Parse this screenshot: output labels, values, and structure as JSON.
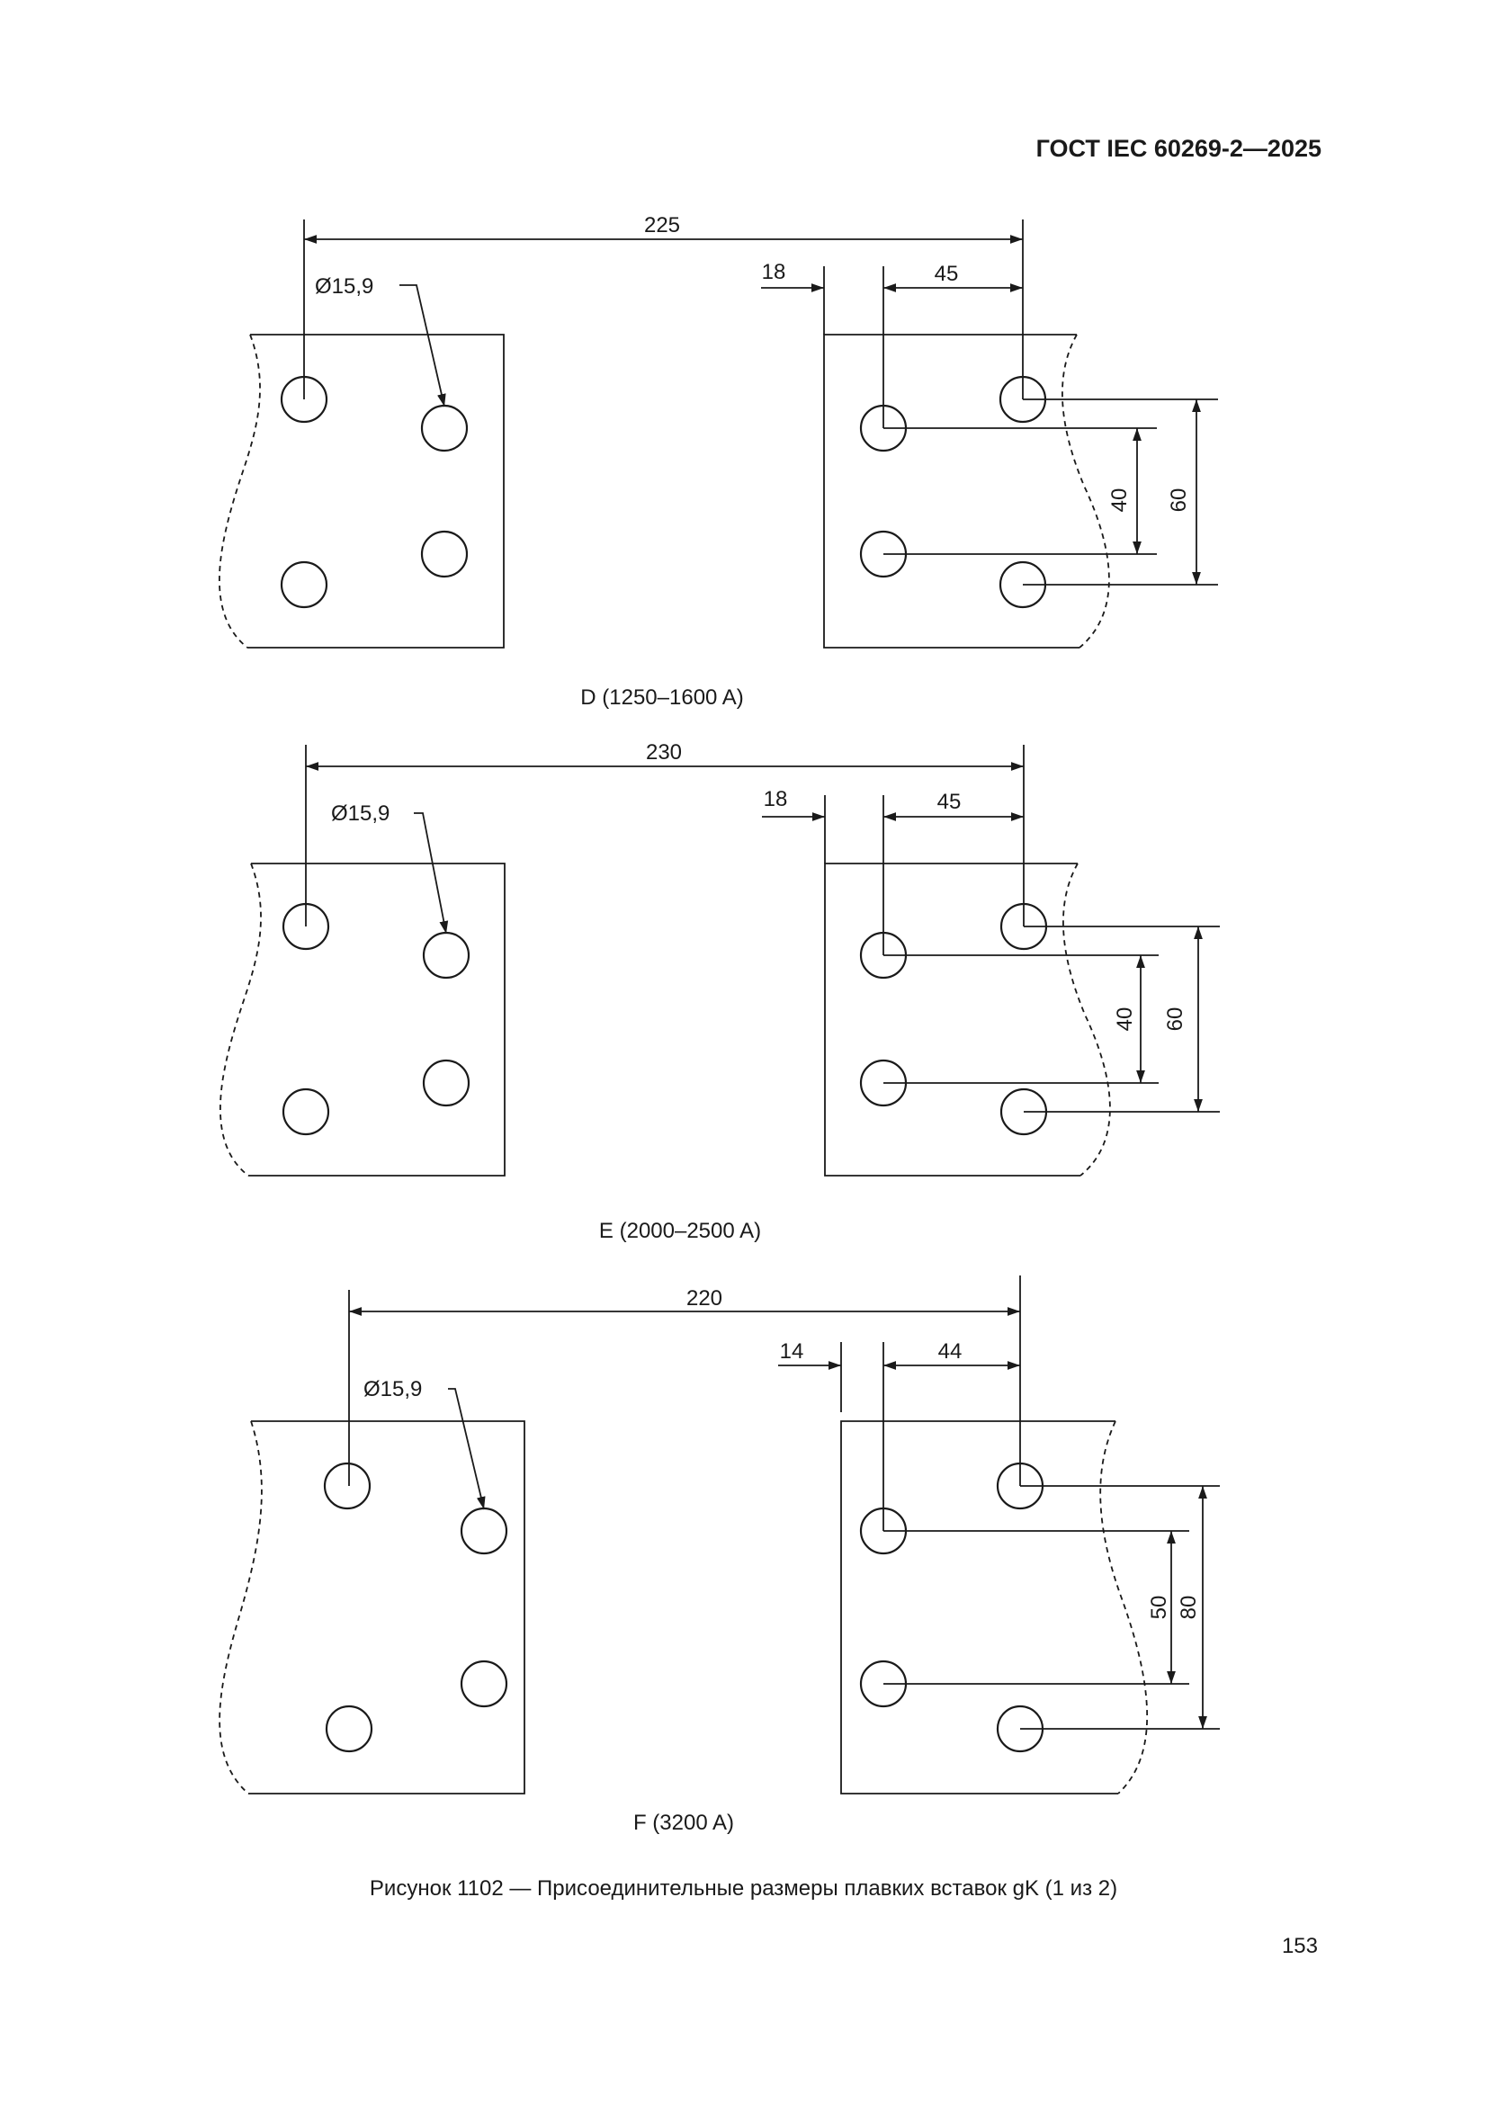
{
  "header": {
    "standard": "ГОСТ IEC 60269-2—2025"
  },
  "figures": [
    {
      "label": "D (1250–1600 A)",
      "dims": {
        "span": "225",
        "edge_offset": "18",
        "hole_pitch_x": "45",
        "diameter": "Ø15,9",
        "v_inner": "40",
        "v_outer": "60"
      }
    },
    {
      "label": "E (2000–2500 A)",
      "dims": {
        "span": "230",
        "edge_offset": "18",
        "hole_pitch_x": "45",
        "diameter": "Ø15,9",
        "v_inner": "40",
        "v_outer": "60"
      }
    },
    {
      "label": "F (3200 A)",
      "dims": {
        "span": "220",
        "edge_offset": "14",
        "hole_pitch_x": "44",
        "diameter": "Ø15,9",
        "v_inner": "50",
        "v_outer": "80"
      }
    }
  ],
  "caption": "Рисунок 1102 — Присоединительные размеры плавких вставок gK (1 из 2)",
  "page_number": "153"
}
